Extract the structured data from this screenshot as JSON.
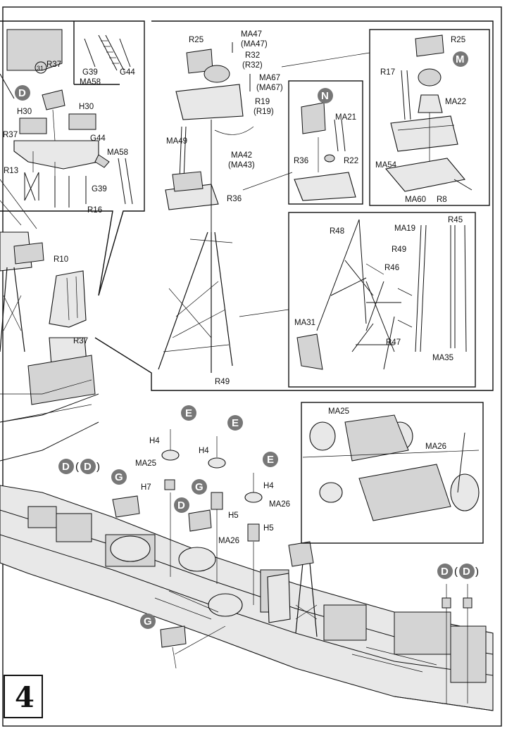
{
  "step": {
    "number": "4"
  },
  "badges": {
    "D": "D",
    "E": "E",
    "G": "G",
    "M": "M",
    "N": "N",
    "d_paren_open": "(",
    "d_paren_close": ")"
  },
  "inset_top_left": {
    "r37_callout": "R37",
    "circle_num": "31",
    "labels": {
      "h30_a": "H30",
      "h30_b": "H30",
      "r37": "R37",
      "r13": "R13",
      "r16": "R16",
      "g44": "G44",
      "g39": "G39",
      "ma58": "MA58"
    }
  },
  "inset_ladder": {
    "g39": "G39",
    "g44": "G44",
    "ma58": "MA58"
  },
  "inset_mast": {
    "labels": {
      "r25": "R25",
      "ma47": "MA47",
      "ma47p": "(MA47)",
      "r32": "R32",
      "r32p": "(R32)",
      "ma67": "MA67",
      "ma67p": "(MA67)",
      "r19": "R19",
      "r19p": "(R19)",
      "ma42": "MA42",
      "ma43p": "(MA43)",
      "ma49": "MA49",
      "r36": "R36",
      "r49": "R49"
    }
  },
  "inset_n": {
    "ma21": "MA21",
    "r36": "R36",
    "r22": "R22"
  },
  "inset_m": {
    "r25": "R25",
    "r17": "R17",
    "ma22": "MA22",
    "ma54": "MA54",
    "ma60": "MA60",
    "r8": "R8"
  },
  "inset_lattice": {
    "r48": "R48",
    "ma19": "MA19",
    "r45": "R45",
    "r49": "R49",
    "r46": "R46",
    "ma31": "MA31",
    "r47": "R47",
    "ma35": "MA35"
  },
  "inset_aa": {
    "ma25": "MA25",
    "ma26": "MA26"
  },
  "hull": {
    "r10": "R10",
    "r37": "R37",
    "h4_a": "H4",
    "h4_b": "H4",
    "h4_c": "H4",
    "ma25": "MA25",
    "h7": "H7",
    "h5_a": "H5",
    "h5_b": "H5",
    "ma26_a": "MA26",
    "ma26_b": "MA26"
  }
}
